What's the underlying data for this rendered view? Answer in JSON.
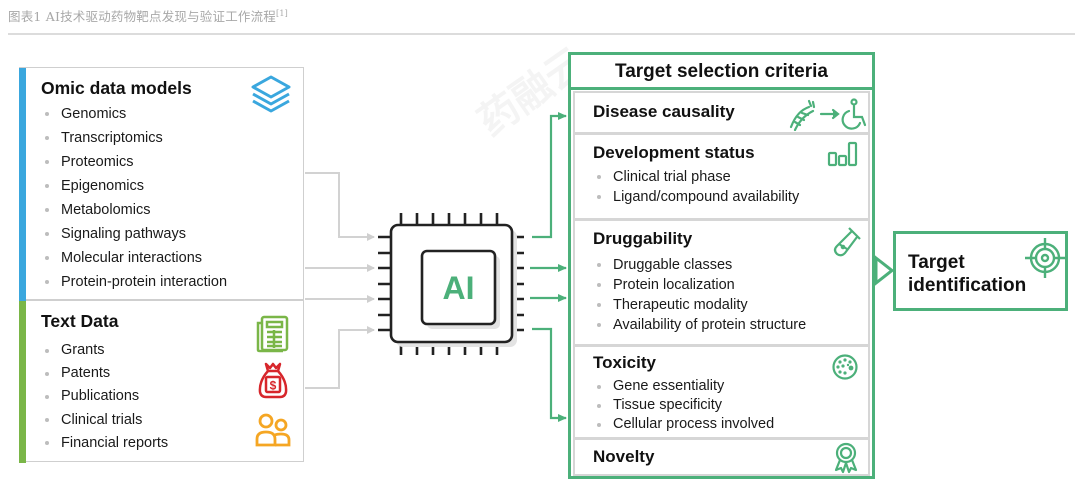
{
  "caption": {
    "text": "图表1 AI技术驱动药物靶点发现与验证工作流程",
    "ref": "[1]"
  },
  "watermark": {
    "text": "药融云"
  },
  "left_panel": {
    "omic": {
      "title": "Omic data models",
      "icon": "layers-icon",
      "color": "#3aa7de",
      "items": [
        "Genomics",
        "Transcriptomics",
        "Proteomics",
        "Epigenomics",
        "Metabolomics",
        "Signaling pathways",
        "Molecular interactions",
        "Protein-protein interaction"
      ]
    },
    "text_data": {
      "title": "Text Data",
      "color": "#7ab648",
      "items": [
        "Grants",
        "Patents",
        "Publications",
        "Clinical trials",
        "Financial reports"
      ],
      "icons": [
        "document-icon",
        "money-bag-icon",
        "people-icon"
      ],
      "icon_colors": [
        "#7ab648",
        "#d7262b",
        "#f5a623"
      ]
    }
  },
  "ai_chip": {
    "label": "AI",
    "color": "#4cb07a"
  },
  "criteria": {
    "title": "Target selection criteria",
    "accent": "#4cb07a",
    "sections": [
      {
        "title": "Disease causality",
        "icon": "dna-to-wheelchair-icon",
        "items": []
      },
      {
        "title": "Development status",
        "icon": "bar-chart-icon",
        "items": [
          "Clinical trial phase",
          "Ligand/compound availability"
        ]
      },
      {
        "title": "Druggability",
        "icon": "test-tube-icon",
        "items": [
          "Druggable classes",
          "Protein localization",
          "Therapeutic modality",
          "Availability of protein structure"
        ]
      },
      {
        "title": "Toxicity",
        "icon": "cell-icon",
        "items": [
          "Gene essentiality",
          "Tissue specificity",
          "Cellular process involved"
        ]
      },
      {
        "title": "Novelty",
        "icon": "award-ribbon-icon",
        "items": []
      }
    ]
  },
  "target_identification": {
    "label_line1": "Target",
    "label_line2": "identification",
    "icon": "target-icon"
  }
}
